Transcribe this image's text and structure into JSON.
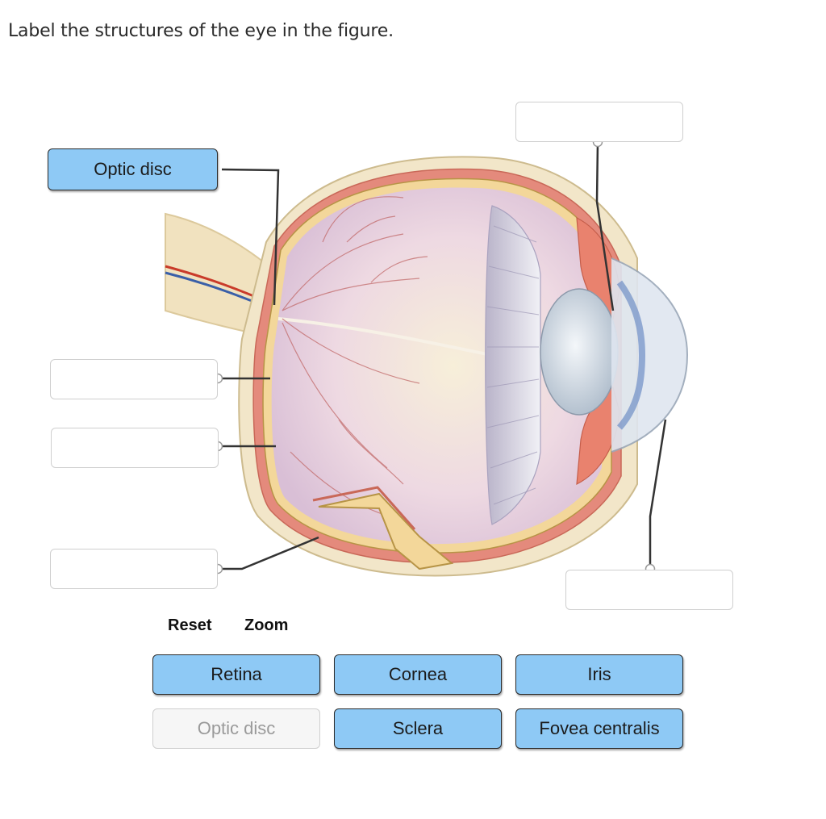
{
  "question": "Label the structures of the eye in the figure.",
  "drop_zones": [
    {
      "id": "top-right",
      "value": ""
    },
    {
      "id": "left-top",
      "value": "Optic disc"
    },
    {
      "id": "left-middle-1",
      "value": ""
    },
    {
      "id": "left-middle-2",
      "value": ""
    },
    {
      "id": "left-bottom",
      "value": ""
    },
    {
      "id": "bottom-right",
      "value": ""
    }
  ],
  "controls": {
    "reset": "Reset",
    "zoom": "Zoom"
  },
  "word_bank": [
    {
      "label": "Retina",
      "state": "available"
    },
    {
      "label": "Cornea",
      "state": "available"
    },
    {
      "label": "Iris",
      "state": "available"
    },
    {
      "label": "Optic disc",
      "state": "used"
    },
    {
      "label": "Sclera",
      "state": "available"
    },
    {
      "label": "Fovea centralis",
      "state": "available"
    }
  ],
  "colors": {
    "chip_fill": "#8ec9f5",
    "chip_border": "#2b2b2b",
    "used_fill": "#f6f6f6",
    "used_text": "#9a9a9a",
    "sclera": "#f2e6c9",
    "choroid": "#e48a7c",
    "retina": "#f3d79a",
    "vitreous": "#e9d4df"
  }
}
